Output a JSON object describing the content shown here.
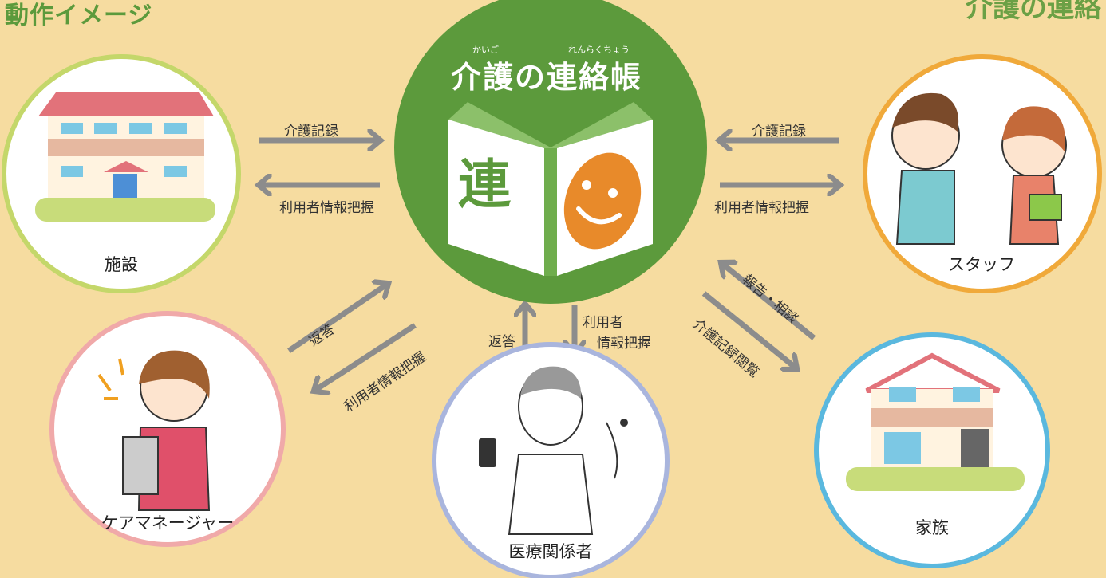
{
  "heading": "動作イメージ",
  "corner_text": "介護の連絡",
  "center": {
    "title": "介護の連絡帳",
    "ruby_kaigo": "かいご",
    "ruby_renrakucho": "れんらくちょう",
    "book_char": "連"
  },
  "nodes": {
    "facility": "施設",
    "staff": "スタッフ",
    "care_manager": "ケアマネージャー",
    "medical": "医療関係者",
    "family": "家族"
  },
  "arrows": {
    "facility_to_center": "介護記録",
    "center_to_facility": "利用者情報把握",
    "staff_to_center": "介護記録",
    "center_to_staff": "利用者情報把握",
    "cm_to_center": "返答",
    "center_to_cm": "利用者情報把握",
    "medical_to_center": "返答",
    "center_to_medical_1": "利用者",
    "center_to_medical_2": "情報把握",
    "family_to_center": "報告・相談",
    "center_to_family": "介護記録閲覧"
  },
  "colors": {
    "background": "#f6dca0",
    "center_green": "#5c9a3c",
    "arrow_gray": "#8c8c8c",
    "facility_ring": "#c4d76a",
    "staff_ring": "#f0a93a",
    "care_manager_ring": "#f0a9a9",
    "medical_ring": "#a9b5dd",
    "family_ring": "#5ab8de"
  }
}
